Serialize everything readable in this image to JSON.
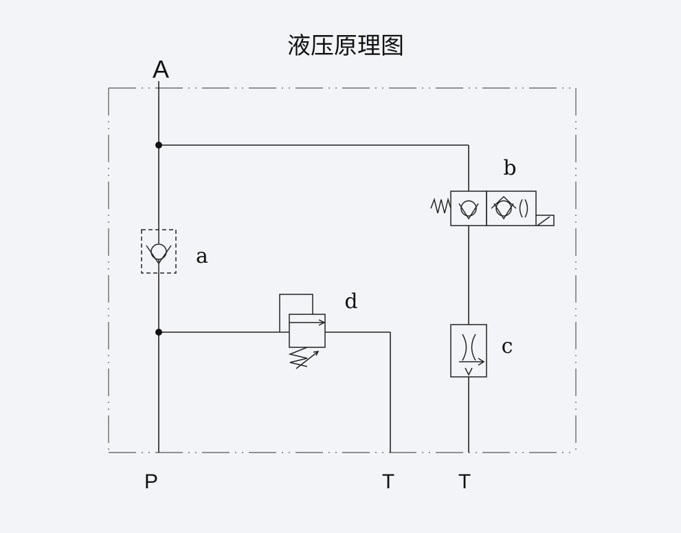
{
  "title": "液压原理图",
  "ports": {
    "top": "A",
    "pressure": "P",
    "tank_left": "T",
    "tank_right": "T"
  },
  "components": {
    "check_valve": {
      "label": "a"
    },
    "solenoid_valve": {
      "label": "b"
    },
    "throttle_valve": {
      "label": "c"
    },
    "relief_valve": {
      "label": "d"
    }
  },
  "colors": {
    "background": "#f2f4f7",
    "line": "#222222",
    "dash": "#555555"
  }
}
